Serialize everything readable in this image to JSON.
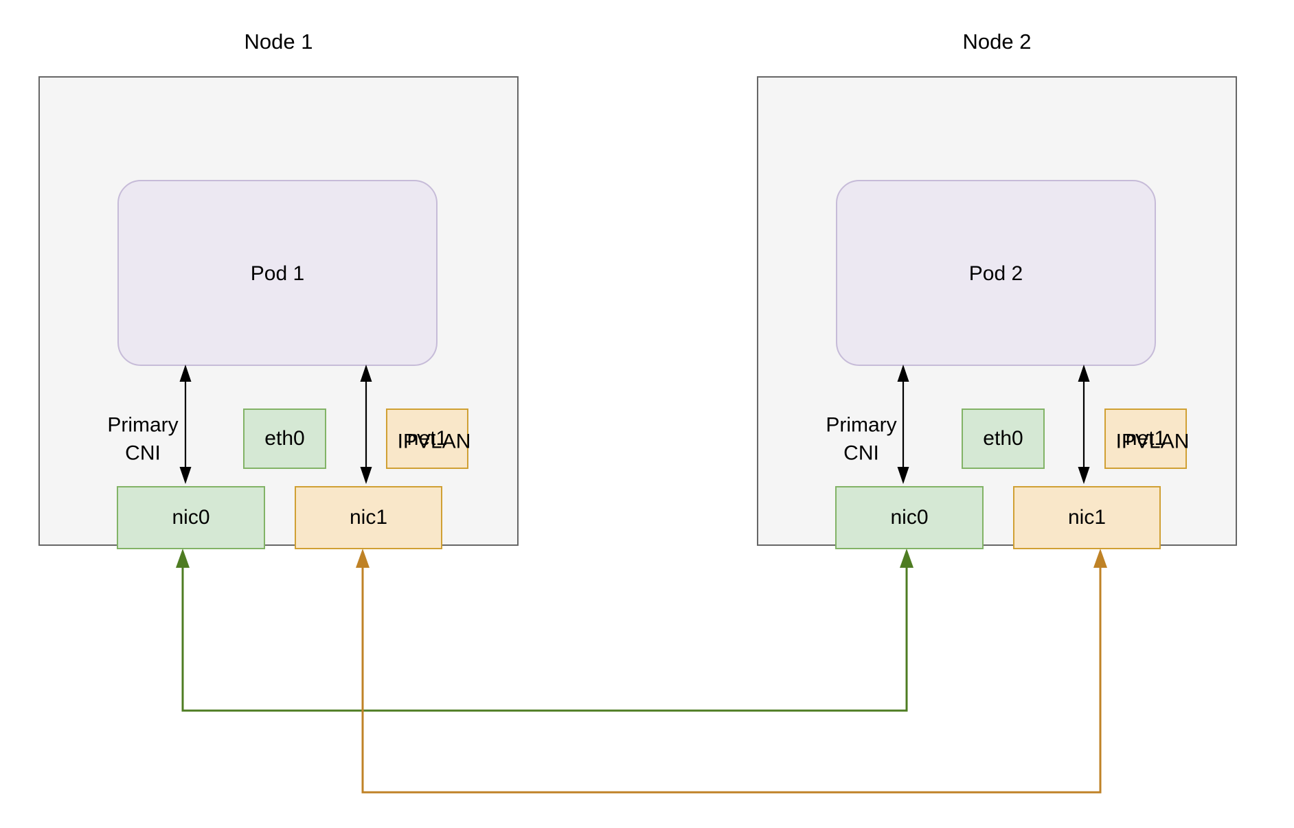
{
  "colors": {
    "node-fill": "#f5f5f5",
    "node-border": "#666666",
    "pod-fill": "#ece8f2",
    "pod-border": "#c6bbd8",
    "green-fill": "#d5e8d4",
    "green-border": "#82b366",
    "orange-fill": "#f9e7c9",
    "orange-border": "#d0a033",
    "link-green": "#4e7c22",
    "link-orange": "#bf8226",
    "arrow-black": "#000000",
    "text": "#000000"
  },
  "nodes": [
    {
      "title": "Node 1",
      "pod": {
        "title": "Pod 1",
        "interfaces": [
          {
            "label": "eth0"
          },
          {
            "label": "net1"
          }
        ]
      },
      "nics": [
        {
          "label": "nic0"
        },
        {
          "label": "nic1"
        }
      ],
      "links": [
        {
          "label": "Primary\nCNI"
        },
        {
          "label": "IPVLAN"
        }
      ]
    },
    {
      "title": "Node 2",
      "pod": {
        "title": "Pod 2",
        "interfaces": [
          {
            "label": "eth0"
          },
          {
            "label": "net1"
          }
        ]
      },
      "nics": [
        {
          "label": "nic0"
        },
        {
          "label": "nic1"
        }
      ],
      "links": [
        {
          "label": "Primary\nCNI"
        },
        {
          "label": "IPVLAN"
        }
      ]
    }
  ],
  "cross_node_links": [
    {
      "name": "nic0-to-nic0",
      "from": "Node 1 nic0",
      "to": "Node 2 nic0",
      "color": "#4e7c22"
    },
    {
      "name": "nic1-to-nic1",
      "from": "Node 1 nic1",
      "to": "Node 2 nic1",
      "color": "#bf8226"
    }
  ]
}
